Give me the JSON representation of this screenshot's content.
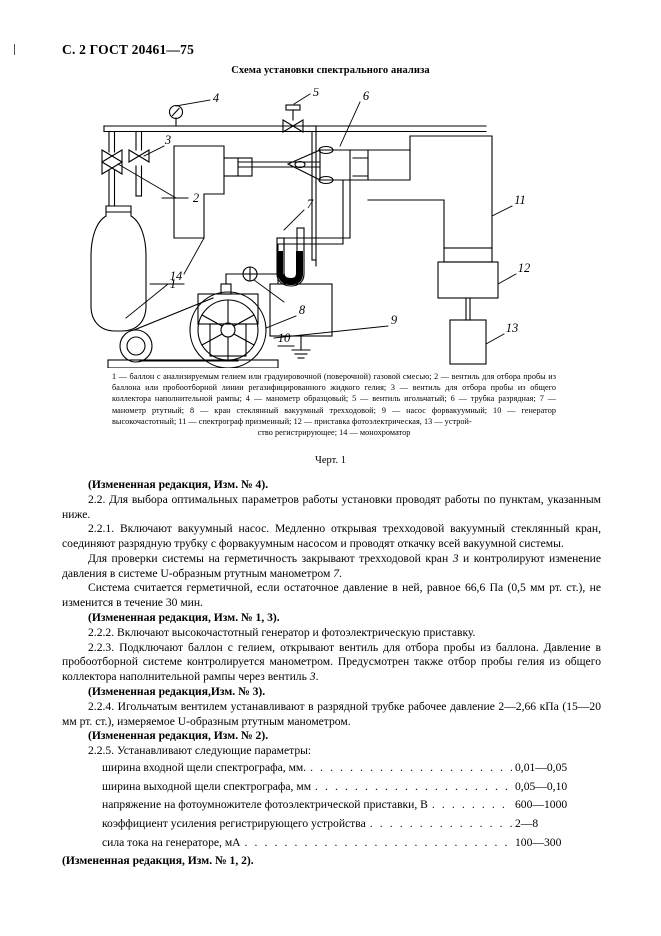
{
  "header": {
    "folio": "С. 2 ГОСТ 20461—75"
  },
  "figure": {
    "title": "Схема установки спектрального анализа",
    "number": "Черт. 1",
    "callouts": [
      {
        "id": "1",
        "label": "1"
      },
      {
        "id": "2",
        "label": "2"
      },
      {
        "id": "3",
        "label": "3"
      },
      {
        "id": "4",
        "label": "4"
      },
      {
        "id": "5",
        "label": "5"
      },
      {
        "id": "6",
        "label": "6"
      },
      {
        "id": "7",
        "label": "7"
      },
      {
        "id": "8",
        "label": "8"
      },
      {
        "id": "9",
        "label": "9"
      },
      {
        "id": "10",
        "label": "10"
      },
      {
        "id": "11",
        "label": "11"
      },
      {
        "id": "12",
        "label": "12"
      },
      {
        "id": "13",
        "label": "13"
      },
      {
        "id": "14",
        "label": "14"
      }
    ],
    "legend_lines": [
      "1 — баллон с анализируемым гелием или градуировочной (поверочной) газовой смесью; 2 — вентиль для отбора пробы из баллона или пробоотборной линии регазифицированного жидкого гелия; 3 — вентиль для отбора пробы из общего коллектора наполнительной рампы; 4 — манометр образцовый; 5 — вентиль игольчатый; 6 — трубка разрядная; 7 — манометр ртутный; 8 — кран стеклянный вакуумный трехходовой; 9 — насос форвакуумный; 10 — генератор высокочастотный; 11 — спектрограф призменный; 12 — приставка фотоэлектрическая, 13 — устрой-"
    ],
    "legend_last_line": "ство регистрирующее; 14 — монохроматор"
  },
  "body": {
    "note_izm_4": "(Измененная редакция, Изм. № 4).",
    "clause_2_2": "2.2. Для выбора оптимальных параметров работы установки проводят работы по пунктам, указанным ниже.",
    "clause_2_2_1_a": "2.2.1. Включают вакуумный насос. Медленно открывая трехходовой вакуумный стеклянный кран, соединяют разрядную трубку с форвакуумным насосом и проводят откачку всей вакуумной системы.",
    "clause_2_2_1_b_pre": "Для проверки системы на герметичность закрывают трехходовой кран ",
    "clause_2_2_1_b_ital1": "3",
    "clause_2_2_1_b_mid": " и контролируют изменение давления в системе U-образным ртутным манометром ",
    "clause_2_2_1_b_ital2": "7",
    "clause_2_2_1_b_end": ".",
    "clause_2_2_1_c": "Система считается герметичной, если остаточное давление в ней, равное 66,6 Па (0,5 мм рт. ст.), не изменится в течение 30 мин.",
    "note_izm_1_3": "(Измененная редакция, Изм. № 1, 3).",
    "clause_2_2_2": "2.2.2. Включают высокочастотный генератор и фотоэлектрическую приставку.",
    "clause_2_2_3_pre": "2.2.3. Подключают баллон с гелием, открывают вентиль для отбора пробы из баллона. Давление в пробоотборной системе контролируется манометром. Предусмотрен также отбор пробы гелия из общего коллектора наполнительной рампы через вентиль ",
    "clause_2_2_3_ital": "3",
    "clause_2_2_3_end": ".",
    "note_izm_3": "(Измененная редакция,Изм. № 3).",
    "clause_2_2_4": "2.2.4. Игольчатым вентилем устанавливают в разрядной трубке рабочее давление 2—2,66 кПа (15—20 мм рт. ст.), измеряемое U-образным ртутным манометром.",
    "note_izm_2": "(Измененная редакция, Изм. № 2).",
    "clause_2_2_5": "2.2.5. Устанавливают следующие параметры:",
    "note_izm_1_2": "(Измененная редакция, Изм. № 1, 2)."
  },
  "parameters": [
    {
      "name": "ширина входной щели спектрографа, мм.",
      "value": "0,01—0,05"
    },
    {
      "name": "ширина выходной щели спектрографа, мм",
      "value": "0,05—0,10"
    },
    {
      "name": "напряжение на фотоумножителе фотоэлектрической приставки, В",
      "value": "600—1000"
    },
    {
      "name": "коэффициент усиления регистрирующего устройства",
      "value": "2—8"
    },
    {
      "name": "сила тока на генераторе, мА",
      "value": "100—300"
    }
  ]
}
